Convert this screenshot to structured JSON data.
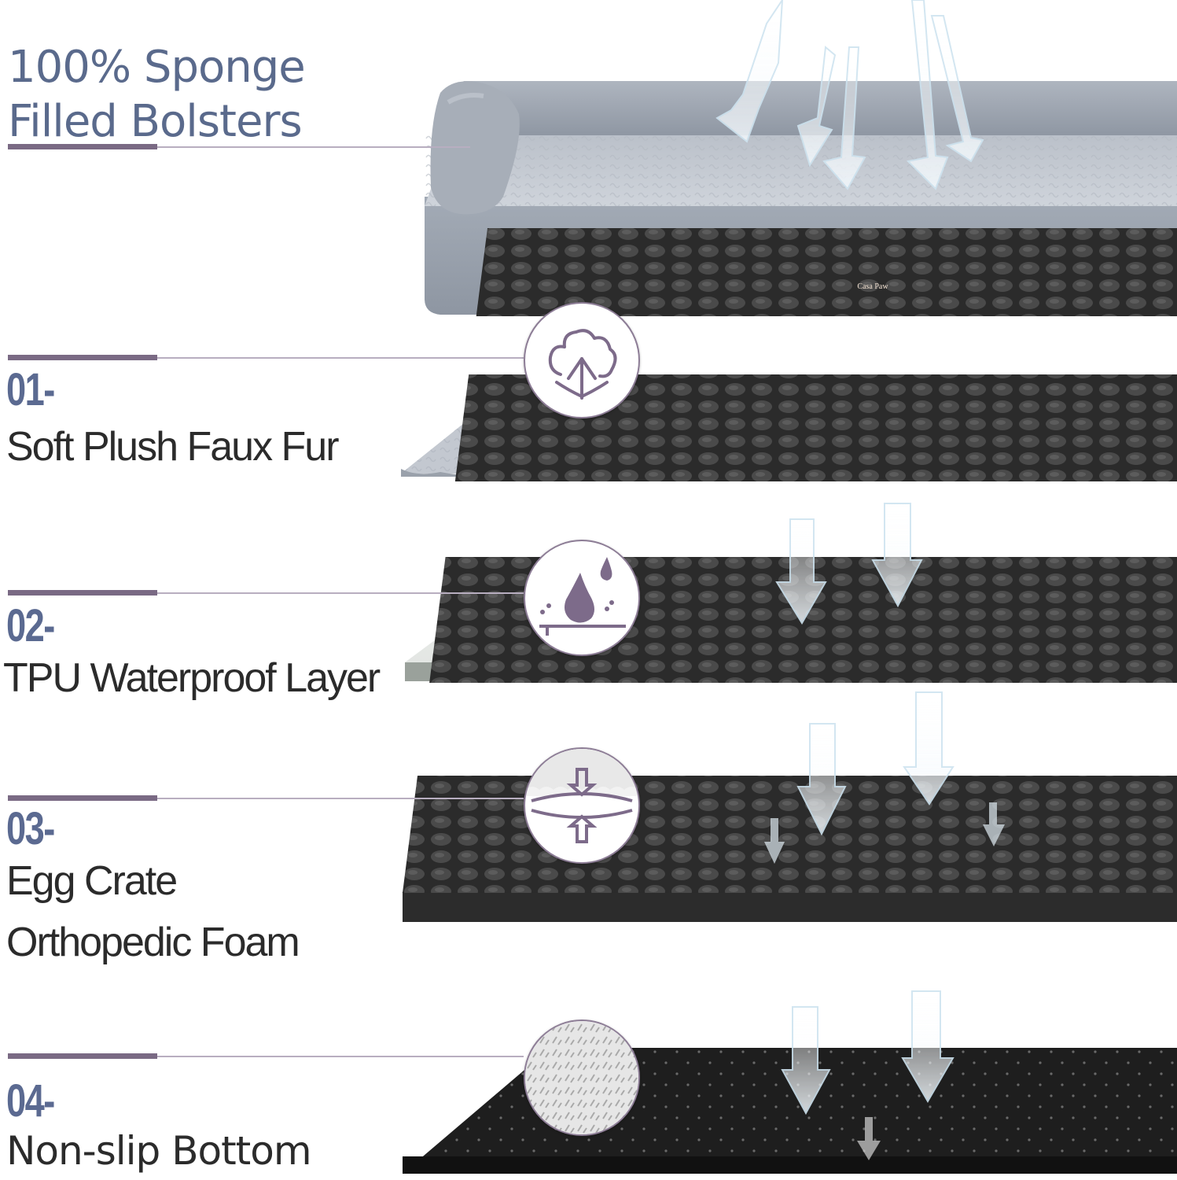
{
  "header": {
    "title_line1": "100% Sponge",
    "title_line2": "Filled Bolsters"
  },
  "brand_tag": "Casa Paw",
  "layers": [
    {
      "number": "01-",
      "label": "Soft Plush Faux Fur",
      "icon": "cotton-icon"
    },
    {
      "number": "02-",
      "label": "TPU Waterproof Layer",
      "icon": "water-drop-icon"
    },
    {
      "number": "03-",
      "label_line1": "Egg Crate",
      "label_line2": "Orthopedic Foam",
      "icon": "compression-icon"
    },
    {
      "number": "04-",
      "label": "Non-slip Bottom",
      "icon": "non-slip-texture-icon"
    }
  ],
  "colors": {
    "accent_bar": "#7a6a84",
    "number_text": "#5b6a91",
    "fur": "#c9ced6",
    "foam": "#2a2a2a",
    "bottom": "#1c1c1c",
    "arrow": "#e9f4fb"
  }
}
